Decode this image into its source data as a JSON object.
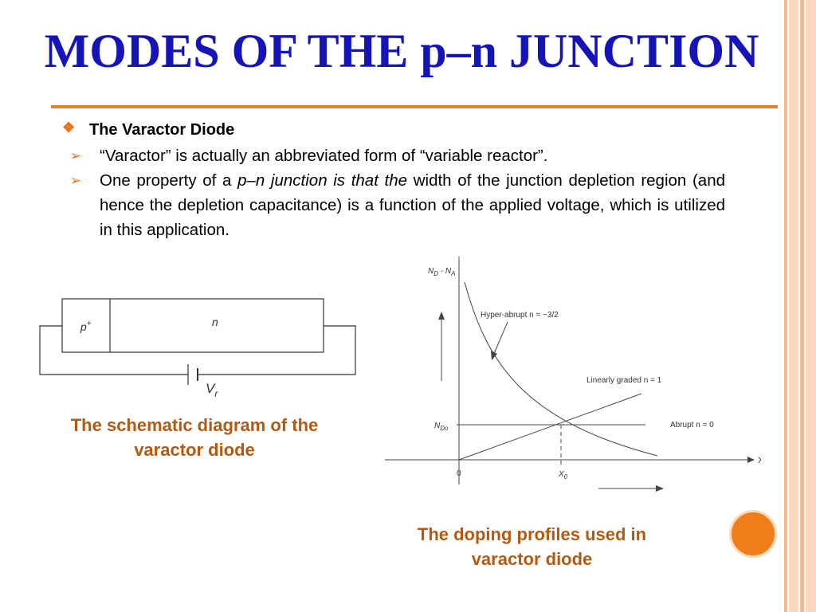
{
  "title": "MODES OF THE p–n JUNCTION",
  "colors": {
    "title": "#1414b8",
    "accent": "#f07f1b",
    "caption": "#b35a12"
  },
  "section": {
    "bullet_icon": "diamond-four-icon",
    "heading": "The Varactor Diode",
    "items": [
      {
        "icon": "arrow-right-icon",
        "text": "“Varactor” is actually an abbreviated form of “variable reactor”."
      },
      {
        "icon": "arrow-right-icon",
        "text_before": "One property of a ",
        "text_italic": "p–n junction is that the",
        "text_after": " width of the junction depletion region (and hence the depletion capacitance) is a function of the applied voltage, which is utilized in this application."
      }
    ]
  },
  "schematic": {
    "label_p": "p",
    "label_p_sup": "+",
    "label_n": "n",
    "label_v": "V",
    "label_v_sub": "r",
    "caption": "The schematic diagram of the varactor diode"
  },
  "profile_graph": {
    "y_label": "N",
    "y_label_sub": "D",
    "y_label_mid": " - N",
    "y_label_sub2": "A",
    "hyper_label": "Hyper-abrupt n = −3/2",
    "linear_label": "Linearly graded n = 1",
    "abrupt_label": "Abrupt n = 0",
    "nd0_label": "N",
    "nd0_sub": "Do",
    "origin_label": "0",
    "x0_label": "X",
    "x0_sub": "0",
    "x_axis_label": "X",
    "caption": "The doping profiles used in varactor diode"
  }
}
